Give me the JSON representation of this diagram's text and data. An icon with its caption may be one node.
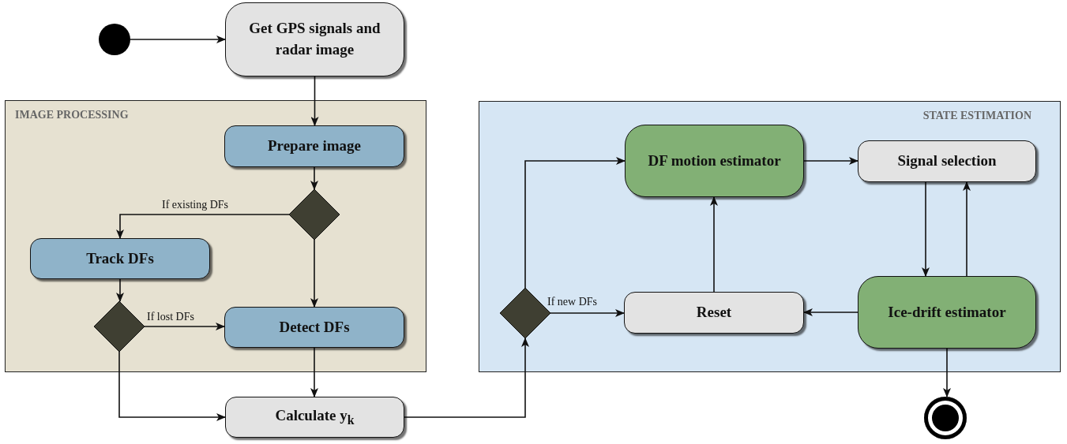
{
  "diagram": {
    "nodes": [
      {
        "text": [],
        "shape": "circle"
      },
      {
        "text": [
          "Get GPS signals and radar image"
        ]
      },
      {
        "text": [
          "IMAGE PROCESSING"
        ]
      },
      {
        "text": [
          "Prepare image"
        ],
        "in": 2
      },
      {
        "text": [],
        "shape": "diamond",
        "in": 2
      },
      {
        "text": [
          "Track DFs"
        ],
        "in": 2
      },
      {
        "text": [],
        "shape": "diamond",
        "in": 2
      },
      {
        "text": [
          "Detect DFs"
        ],
        "in": 2
      },
      {
        "text": [
          "Calculate **y**$_{k}$"
        ]
      },
      {
        "text": [
          "STATE ESTIMATION"
        ]
      },
      {
        "text": [],
        "shape": "diamond",
        "in": 9
      },
      {
        "text": [
          "DF motion estimator"
        ],
        "in": 9
      },
      {
        "text": [
          "Signal selection"
        ],
        "in": 9
      },
      {
        "text": [
          "Reset"
        ],
        "in": 9
      },
      {
        "text": [
          "Ice-drift estimator"
        ],
        "in": 9
      },
      {
        "text": [],
        "shape": "circle"
      }
    ],
    "edges": [
      {
        "from": 0,
        "to": 1,
        "arrow": "to"
      },
      {
        "from": 1,
        "to": 3,
        "arrow": "to"
      },
      {
        "from": 3,
        "to": 4,
        "arrow": "to"
      },
      {
        "from": 4,
        "to": 5,
        "arrow": "to",
        "label": "If existing DFs"
      },
      {
        "from": 4,
        "to": 7,
        "arrow": "to"
      },
      {
        "from": 5,
        "to": 6,
        "arrow": "to"
      },
      {
        "from": 6,
        "to": 7,
        "arrow": "to",
        "label": "If lost DFs"
      },
      {
        "from": 6,
        "to": 8,
        "arrow": "to"
      },
      {
        "from": 7,
        "to": 8,
        "arrow": "to"
      },
      {
        "from": 8,
        "to": 10,
        "arrow": "to"
      },
      {
        "from": 10,
        "to": 11,
        "arrow": "to"
      },
      {
        "from": 10,
        "to": 13,
        "arrow": "to",
        "label": "If new DFs"
      },
      {
        "from": 11,
        "to": 12,
        "arrow": "to"
      },
      {
        "from": 12,
        "to": 14,
        "arrow": "to"
      },
      {
        "from": 14,
        "to": 12,
        "arrow": "to"
      },
      {
        "from": 14,
        "to": 13,
        "arrow": "to"
      },
      {
        "from": 13,
        "to": 11,
        "arrow": "to"
      },
      {
        "from": 14,
        "to": 15,
        "arrow": "to"
      }
    ]
  }
}
